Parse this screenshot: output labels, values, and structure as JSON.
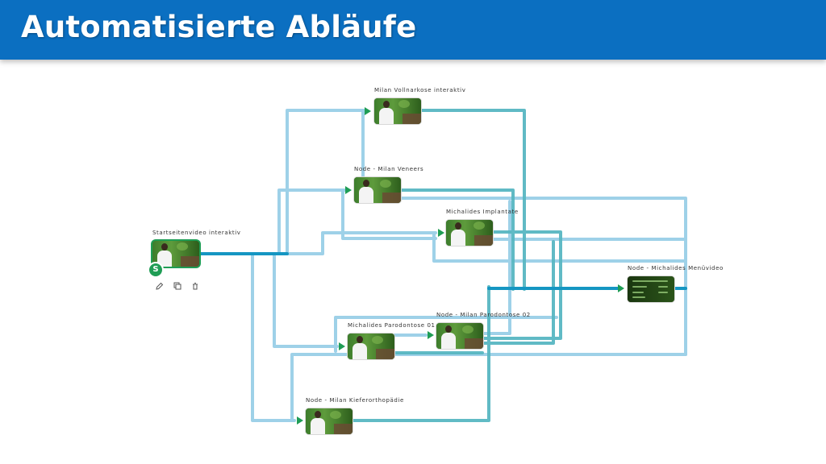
{
  "slide": {
    "title": "Automatisierte Abläufe"
  },
  "nodes": {
    "vollnarkose": {
      "label": "Milan Vollnarkose interaktiv"
    },
    "veneers": {
      "label": "Node - Milan Veneers"
    },
    "implantate": {
      "label": "Michalides Implantate"
    },
    "startseite": {
      "label": "Startseitenvideo interaktiv",
      "badge": "S"
    },
    "menuvideo": {
      "label": "Node - Michalides Menüvideo"
    },
    "parodontose01": {
      "label": "Michalides Parodontose 01"
    },
    "parodontose02": {
      "label": "Node - Milan Parodontose 02"
    },
    "kieferorthopaedie": {
      "label": "Node - Milan Kieferorthopädie"
    }
  },
  "icons": {
    "edit": "edit-icon",
    "duplicate": "duplicate-icon",
    "delete": "trash-icon"
  },
  "colors": {
    "header": "#0b6fc1",
    "wire_light": "#8ec9e4",
    "wire_teal": "#58b7c2",
    "wire_dark": "#1596c2",
    "arrow": "#1f9d55",
    "start_badge": "#1f9d55"
  }
}
